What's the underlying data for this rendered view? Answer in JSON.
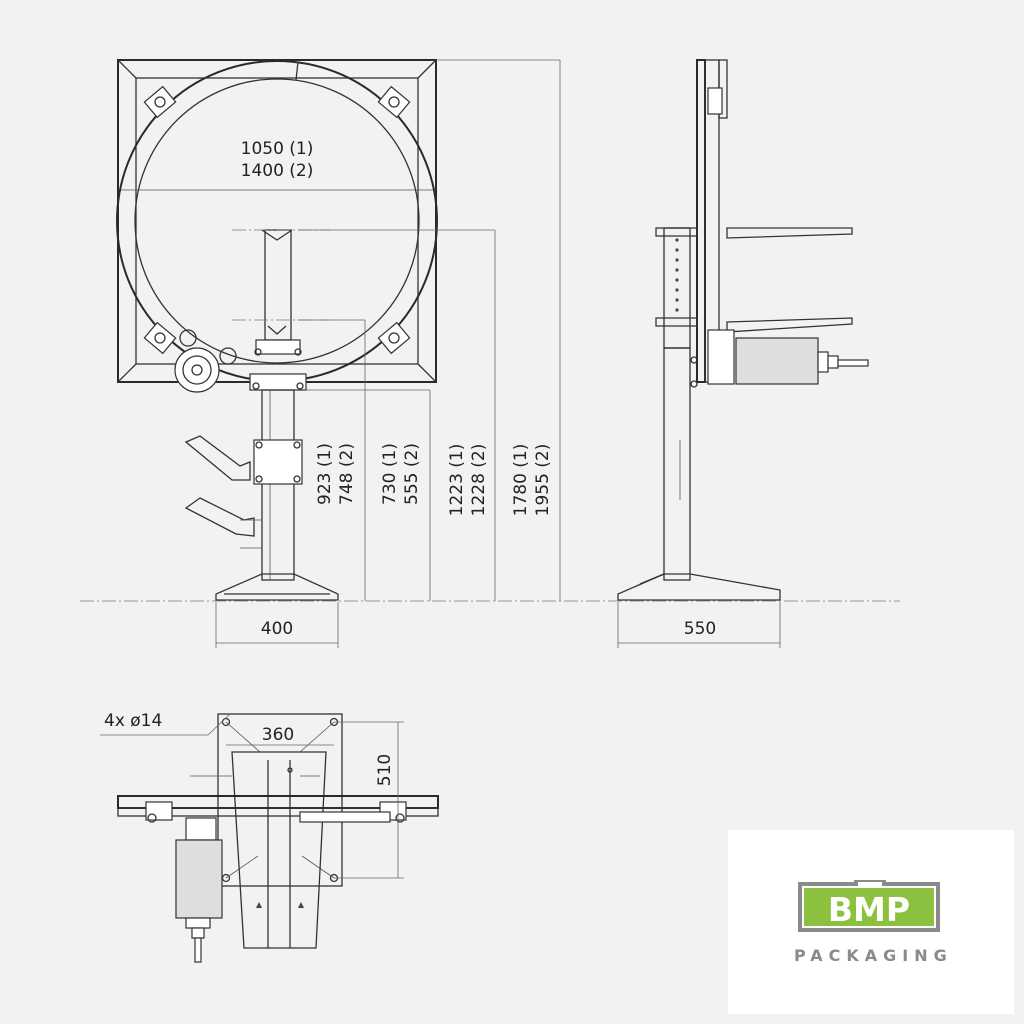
{
  "drawing": {
    "front_view": {
      "ring_diameter": [
        "1050  (1)",
        "1400  (2)"
      ],
      "heights": [
        [
          "923  (1)",
          "748  (2)"
        ],
        [
          "730  (1)",
          "555  (2)"
        ],
        [
          "1223  (1)",
          "1228  (2)"
        ],
        [
          "1780  (1)",
          "1955  (2)"
        ]
      ],
      "base_width": "400"
    },
    "side_view": {
      "base_depth": "550"
    },
    "top_view": {
      "holes": "4x ø14",
      "hole_spacing_x": "360",
      "hole_spacing_y": "510"
    }
  },
  "logo": {
    "brand": "BMP",
    "tagline": "PACKAGING",
    "colors": {
      "green": "#8cc03f",
      "gray": "#8a8a8a",
      "box": "#ffffff"
    }
  }
}
